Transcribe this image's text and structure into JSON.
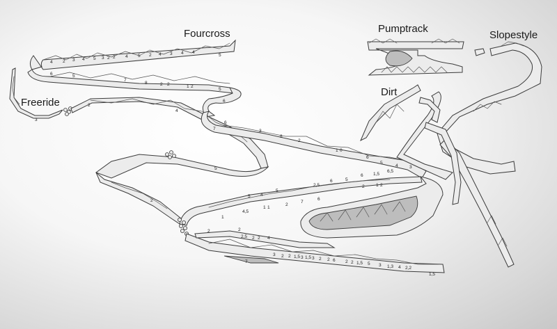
{
  "labels": {
    "fourcross": "Fourcross",
    "pumptrack": "Pumptrack",
    "slopestyle": "Slopestyle",
    "freeride": "Freeride",
    "dirt": "Dirt"
  },
  "fourcross_numbers": [
    "4",
    "2",
    "3",
    "4",
    "5",
    "3",
    "2",
    "2",
    "4",
    "5",
    "2",
    "4",
    "3",
    "4",
    "4",
    "5",
    "6",
    "5",
    "7",
    "8",
    "2",
    "2",
    "1",
    "2",
    "5"
  ],
  "freeride_numbers": [
    "3",
    "2",
    "4",
    "6",
    "6",
    "7",
    "8",
    "2",
    "3",
    "5"
  ],
  "middle_numbers": [
    "1",
    "0",
    "6",
    "5",
    "4",
    "6",
    "5",
    "6",
    "1,5",
    "6,5",
    "3",
    "2,5",
    "2",
    "1",
    "2",
    "5",
    "4",
    "5",
    "4,5",
    "1",
    "1",
    "2",
    "6",
    "2",
    "7",
    "1",
    "2"
  ],
  "lower_numbers": [
    "2",
    "2,5",
    "2",
    "2",
    "4",
    "3",
    "2",
    "2",
    "1,5",
    "3",
    "1,5",
    "3",
    "2",
    "2",
    "6",
    "2",
    "2",
    "1,5",
    "5",
    "3",
    "1,3",
    "4",
    "2,2",
    "1,5",
    "7"
  ]
}
